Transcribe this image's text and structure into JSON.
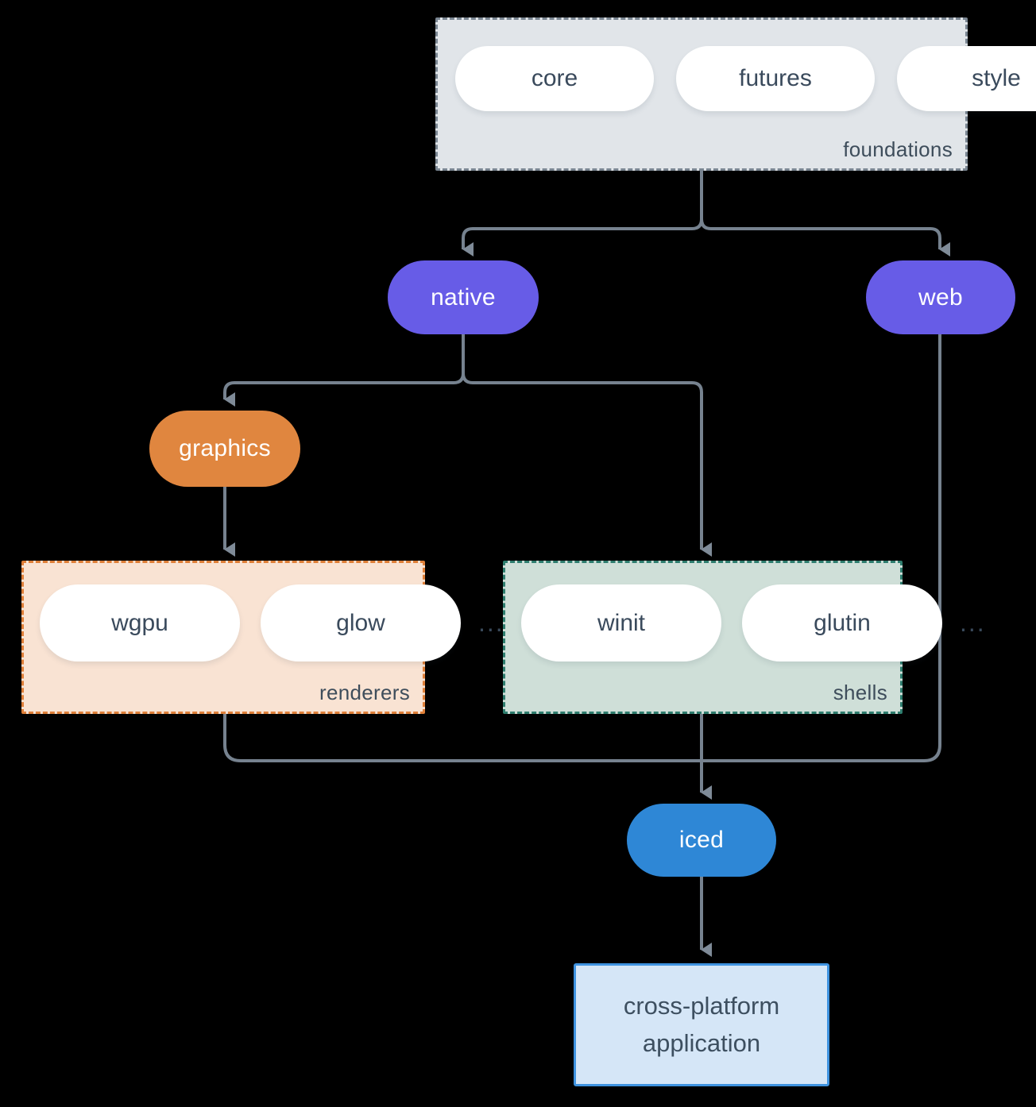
{
  "diagram": {
    "background": "#000000",
    "connector_color": "#76828f",
    "foundations": {
      "label": "foundations",
      "fill": "#e1e5e9",
      "border": "#7a8692",
      "pills": [
        {
          "label": "core"
        },
        {
          "label": "futures"
        },
        {
          "label": "style"
        }
      ]
    },
    "nodes": {
      "native": {
        "label": "native",
        "fill": "#675ce7"
      },
      "web": {
        "label": "web",
        "fill": "#675ce7"
      },
      "graphics": {
        "label": "graphics",
        "fill": "#e0863f"
      },
      "iced": {
        "label": "iced",
        "fill": "#2e87d6"
      }
    },
    "renderers": {
      "label": "renderers",
      "fill": "#f9e3d3",
      "border": "#df7f38",
      "pills": [
        {
          "label": "wgpu"
        },
        {
          "label": "glow"
        }
      ],
      "ellipsis": "..."
    },
    "shells": {
      "label": "shells",
      "fill": "#cfdfd8",
      "border": "#2e7d6e",
      "pills": [
        {
          "label": "winit"
        },
        {
          "label": "glutin"
        }
      ],
      "ellipsis": "..."
    },
    "application": {
      "line1": "cross-platform",
      "line2": "application",
      "fill": "#d5e6f7",
      "border": "#3f93e0"
    }
  }
}
